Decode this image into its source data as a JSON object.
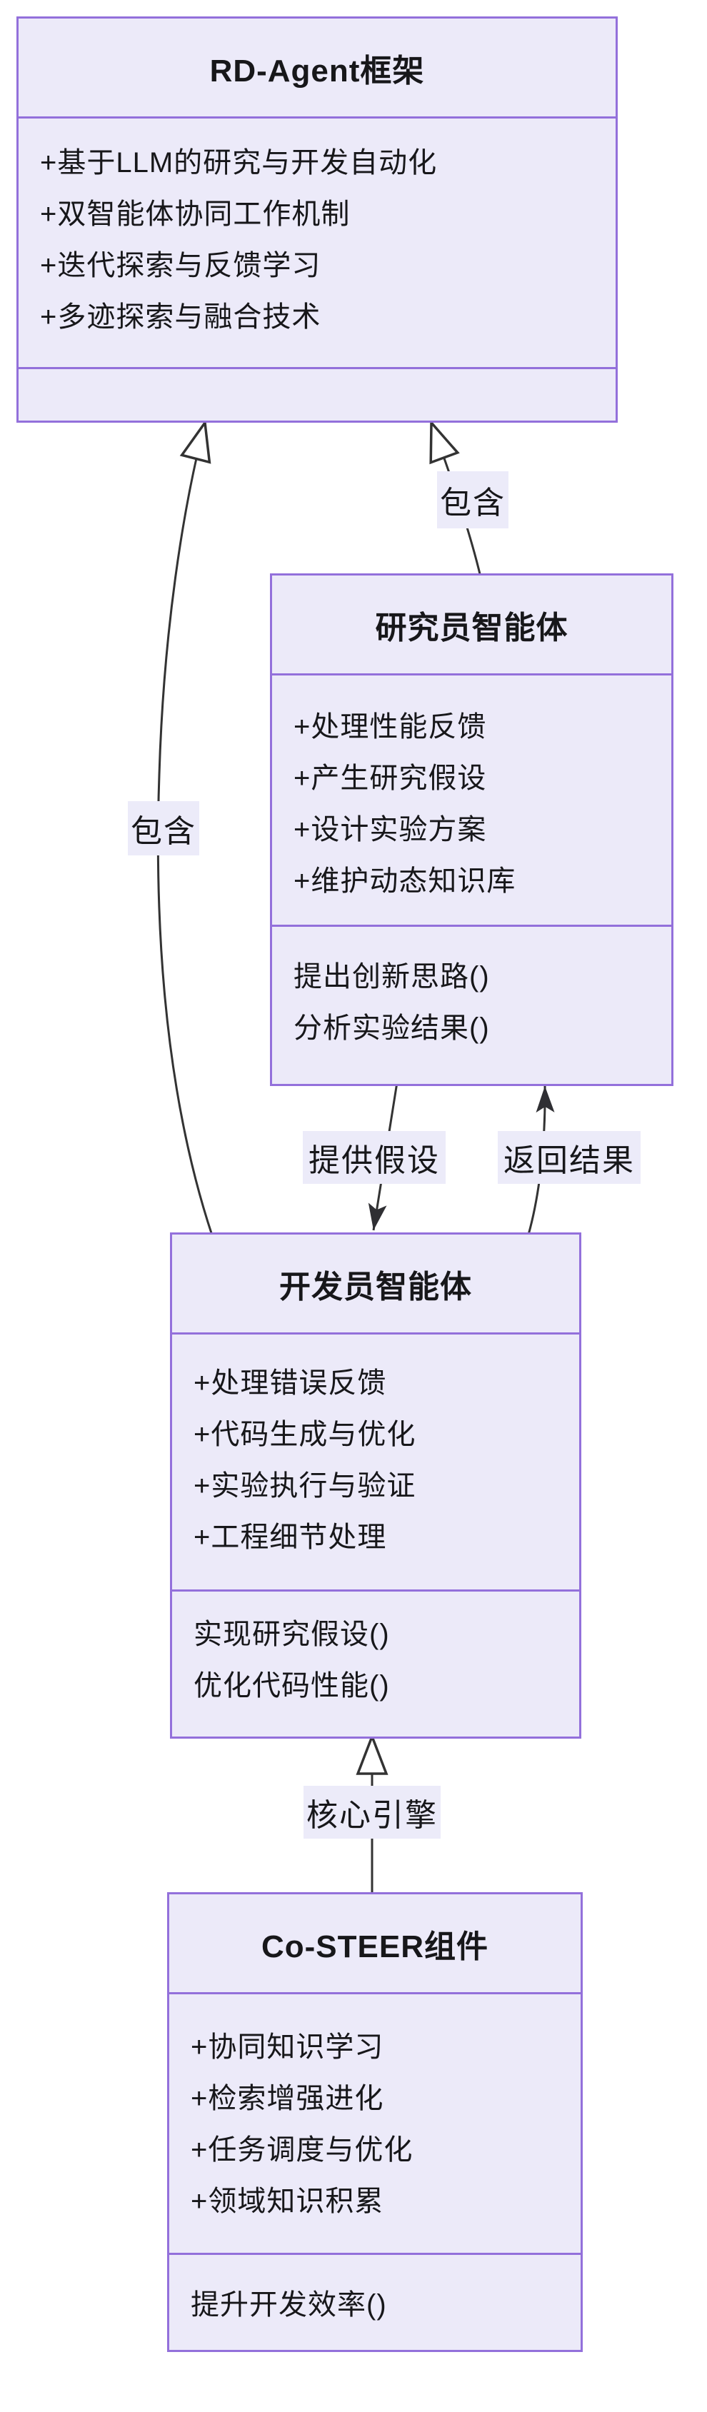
{
  "diagram_type": "uml-class-diagram",
  "classes": [
    {
      "key": "rd-agent-framework",
      "name": "RD-Agent框架",
      "attributes": [
        "+基于LLM的研究与开发自动化",
        "+双智能体协同工作机制",
        "+迭代探索与反馈学习",
        "+多迹探索与融合技术"
      ],
      "methods": []
    },
    {
      "key": "researcher-agent",
      "name": "研究员智能体",
      "attributes": [
        "+处理性能反馈",
        "+产生研究假设",
        "+设计实验方案",
        "+维护动态知识库"
      ],
      "methods": [
        "提出创新思路()",
        "分析实验结果()"
      ]
    },
    {
      "key": "developer-agent",
      "name": "开发员智能体",
      "attributes": [
        "+处理错误反馈",
        "+代码生成与优化",
        "+实验执行与验证",
        "+工程细节处理"
      ],
      "methods": [
        "实现研究假设()",
        "优化代码性能()"
      ]
    },
    {
      "key": "co-steer-component",
      "name": "Co-STEER组件",
      "attributes": [
        "+协同知识学习",
        "+检索增强进化",
        "+任务调度与优化",
        "+领域知识积累"
      ],
      "methods": [
        "提升开发效率()"
      ]
    }
  ],
  "edges": [
    {
      "key": "contains-right",
      "label": "包含",
      "from": "researcher-agent",
      "to": "rd-agent-framework",
      "arrowhead": "hollow-triangle"
    },
    {
      "key": "contains-left",
      "label": "包含",
      "from": "developer-agent",
      "to": "rd-agent-framework",
      "arrowhead": "hollow-triangle"
    },
    {
      "key": "provide-hypothesis",
      "label": "提供假设",
      "from": "researcher-agent",
      "to": "developer-agent",
      "arrowhead": "solid"
    },
    {
      "key": "return-results",
      "label": "返回结果",
      "from": "developer-agent",
      "to": "researcher-agent",
      "arrowhead": "solid"
    },
    {
      "key": "core-engine",
      "label": "核心引擎",
      "from": "co-steer-component",
      "to": "developer-agent",
      "arrowhead": "hollow-triangle"
    }
  ],
  "colors": {
    "node_fill": "#ECEAF9",
    "node_border": "#9370DB",
    "edge_label_bg": "#ECEBF9",
    "line": "#333333",
    "text": "#17171A"
  }
}
